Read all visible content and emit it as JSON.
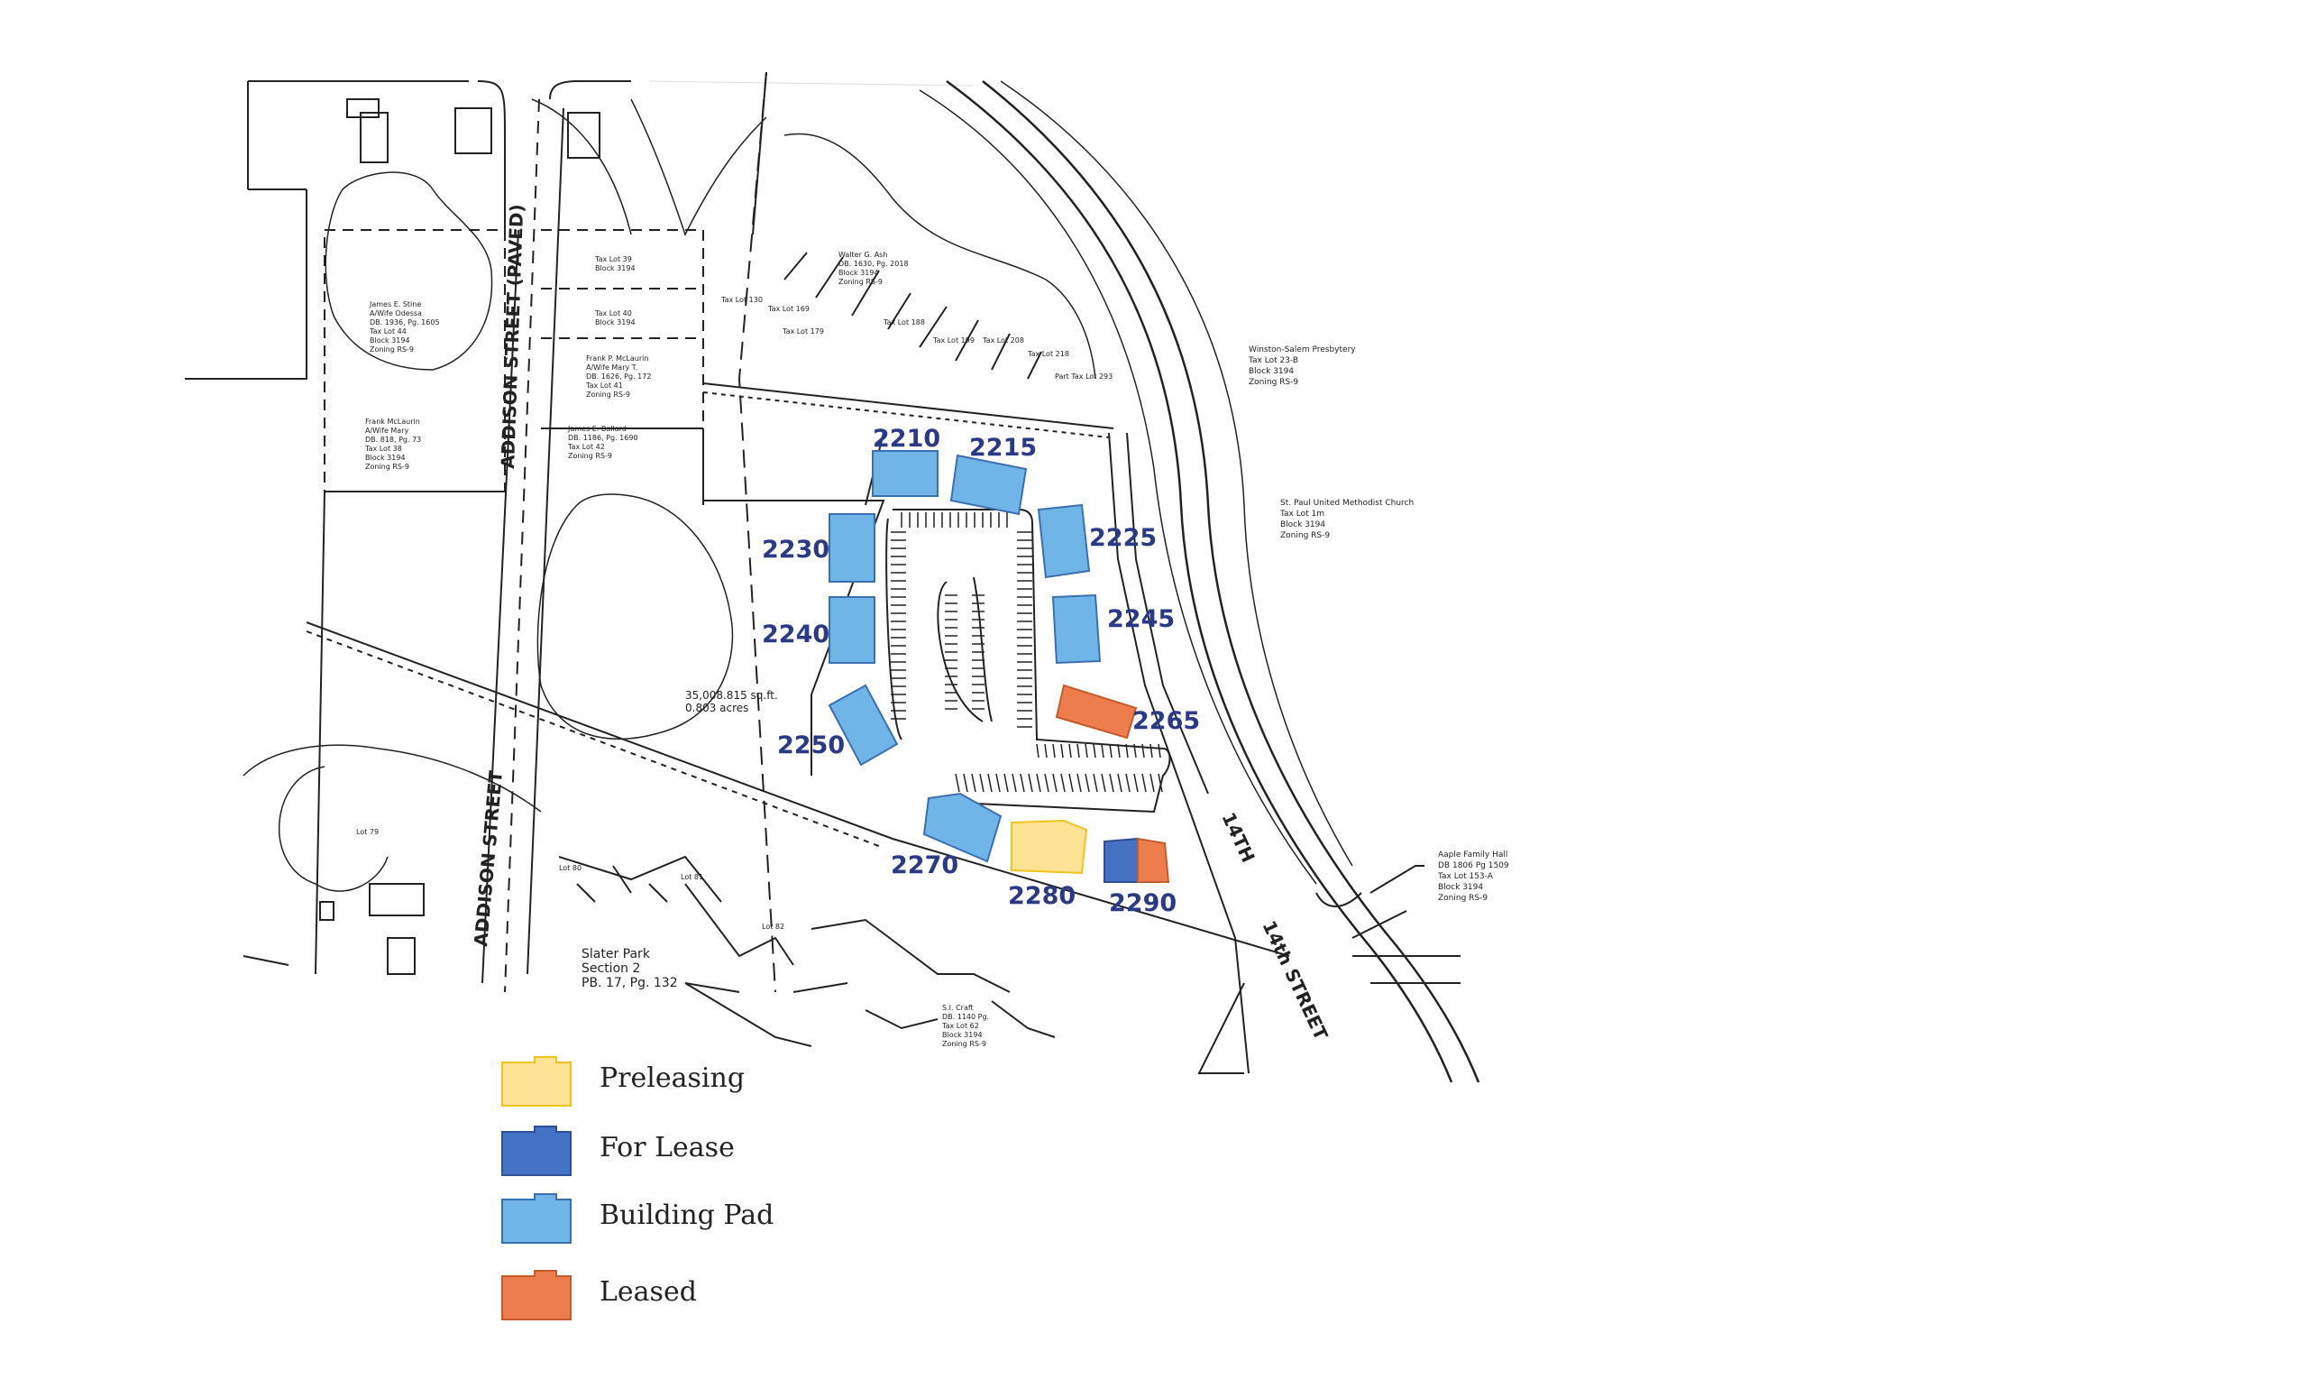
{
  "map": {
    "colors": {
      "preleasing": "#ffe394",
      "preleasing_edge": "#f2c21d",
      "for_lease": "#4472c4",
      "for_lease_edge": "#2d4f94",
      "building_pad": "#6fb5e8",
      "building_pad_edge": "#3b6fb0",
      "leased": "#ee7d4e",
      "leased_edge": "#c55a2b",
      "label": "#2b3a84",
      "linework": "#222222"
    },
    "buildings": [
      {
        "id": "2210",
        "status": "building_pad"
      },
      {
        "id": "2215",
        "status": "building_pad"
      },
      {
        "id": "2225",
        "status": "building_pad"
      },
      {
        "id": "2230",
        "status": "building_pad"
      },
      {
        "id": "2240",
        "status": "building_pad"
      },
      {
        "id": "2245",
        "status": "building_pad"
      },
      {
        "id": "2250",
        "status": "building_pad"
      },
      {
        "id": "2265",
        "status": "leased"
      },
      {
        "id": "2270",
        "status": "building_pad"
      },
      {
        "id": "2280",
        "status": "preleasing"
      },
      {
        "id": "2290",
        "status": "for_lease_and_leased"
      }
    ],
    "streets": {
      "addison_upper": "ADDISON STREET (PAVED)",
      "addison_lower": "ADDISON STREET",
      "fourteenth_upper": "14TH",
      "fourteenth_lower": "14th STREET"
    },
    "parcels": {
      "p1": [
        "James E. Stine",
        "A/Wife Odessa",
        "DB. 1936, Pg. 1605",
        "Tax Lot 44",
        "Block 3194",
        "Zoning RS-9"
      ],
      "p2": [
        "Frank McLaurin",
        "A/Wife Mary",
        "DB. 818, Pg. 73",
        "Tax Lot 38",
        "Block 3194",
        "Zoning RS-9"
      ],
      "p3": [
        "Tax Lot 39",
        "Block 3194"
      ],
      "p4": [
        "Tax Lot 40",
        "Block 3194"
      ],
      "p5": [
        "Frank P. McLaurin",
        "A/Wife Mary T.",
        "DB. 1626, Pg. 172",
        "Tax Lot 41",
        "Zoning RS-9"
      ],
      "p6": [
        "James E. Ballard",
        "DB. 1186, Pg. 1690",
        "Tax Lot 42",
        "Zoning RS-9"
      ],
      "p7": [
        "Walter G. Ash",
        "DB. 1630, Pg. 2018",
        "Block 3194",
        "Zoning RS-9"
      ],
      "p8": [
        "Winston-Salem Presbytery",
        "Tax Lot 23-B",
        "Block 3194",
        "Zoning RS-9"
      ],
      "p9": [
        "St. Paul United Methodist Church",
        "Tax Lot 1m",
        "Block 3194",
        "Zoning RS-9"
      ],
      "p10": [
        "Aaple Family Hall",
        "DB 1806 Pg 1509",
        "Tax Lot 153-A",
        "Block 3194",
        "Zoning RS-9"
      ],
      "p11": [
        "S.I. Craft",
        "DB. 1140 Pg.",
        "Tax Lot 62",
        "Block 3194",
        "Zoning RS-9"
      ],
      "p12": [
        "Slater Park",
        "Section 2",
        "PB. 17, Pg. 132"
      ],
      "area": [
        "35,008.815 sq.ft.",
        "0.803 acres"
      ],
      "lot79": "Lot 79",
      "lot80": "Lot 80",
      "lot81": "Lot 81",
      "lot82": "Lot 82",
      "taxlots_top": [
        "Tax Lot 130",
        "Tax Lot 169",
        "Tax Lot 179",
        "Tax Lot 188",
        "Tax Lot 199",
        "Tax Lot 208",
        "Tax Lot 218",
        "Part Tax Lot 293"
      ]
    }
  },
  "legend": [
    {
      "key": "preleasing",
      "label": "Preleasing"
    },
    {
      "key": "for_lease",
      "label": "For Lease"
    },
    {
      "key": "building_pad",
      "label": "Building Pad"
    },
    {
      "key": "leased",
      "label": "Leased"
    }
  ]
}
